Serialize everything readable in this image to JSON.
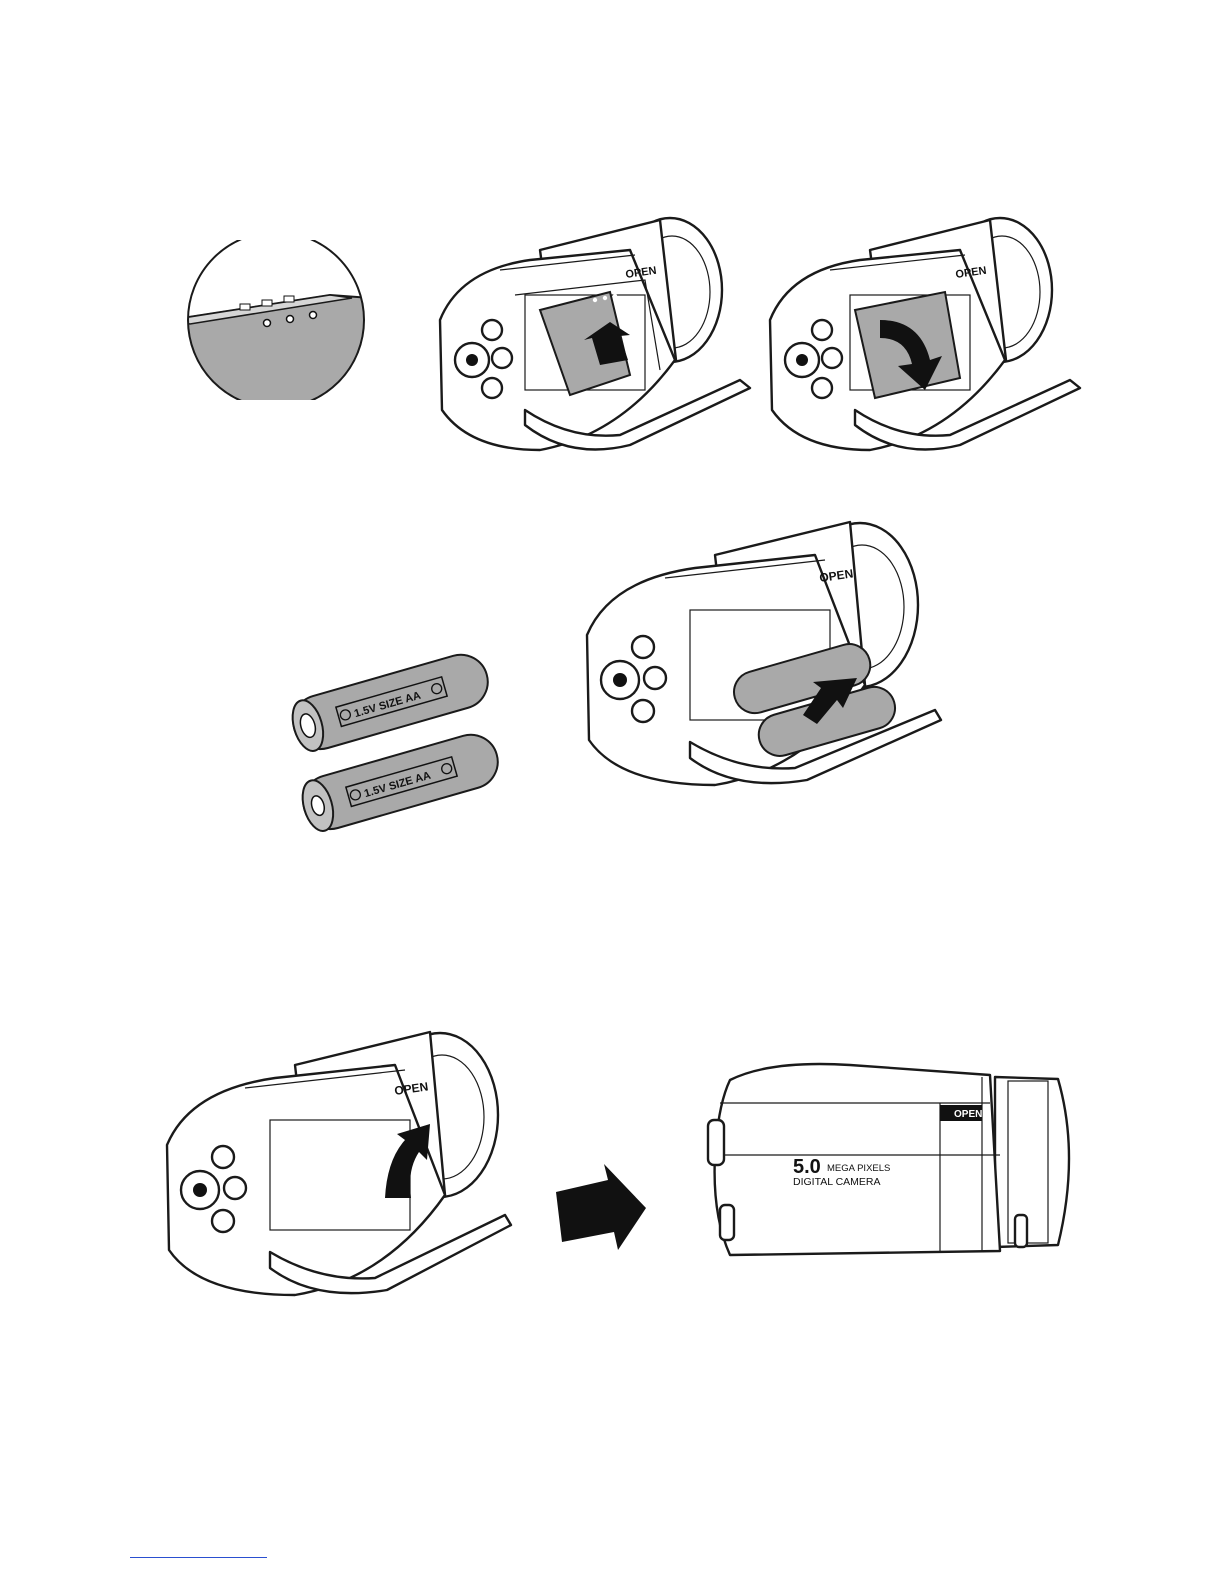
{
  "figures": {
    "compartment_label": "OPEN",
    "battery_label_1": "1.5V SIZE  AA",
    "battery_label_2": "1.5V SIZE  AA",
    "camera_model_number": "5.0",
    "camera_model_line1": "MEGA PIXELS",
    "camera_model_line2": "DIGITAL CAMERA"
  },
  "colors": {
    "line": "#1a1a1a",
    "battery_fill": "#a9a9a9",
    "footer_link": "#2a4fd0"
  }
}
